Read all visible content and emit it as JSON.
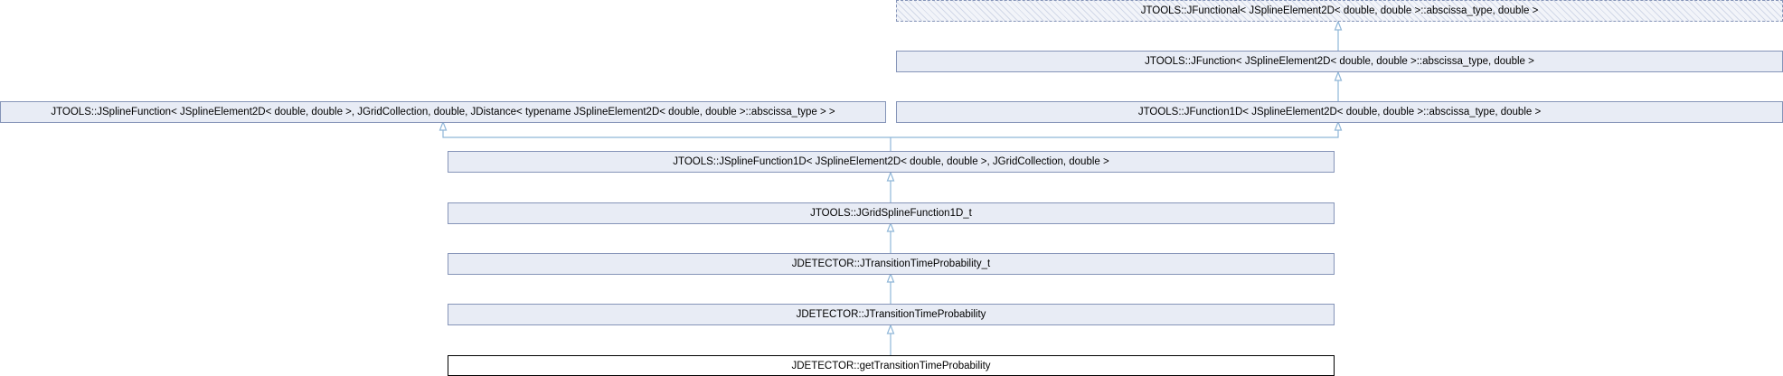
{
  "nodes": {
    "functional": "JTOOLS::JFunctional< JSplineElement2D< double, double >::abscissa_type, double >",
    "function": "JTOOLS::JFunction< JSplineElement2D< double, double >::abscissa_type, double >",
    "spline_function": "JTOOLS::JSplineFunction< JSplineElement2D< double, double >, JGridCollection, double, JDistance< typename JSplineElement2D< double, double >::abscissa_type > >",
    "function1d": "JTOOLS::JFunction1D< JSplineElement2D< double, double >::abscissa_type, double >",
    "spline_function1d": "JTOOLS::JSplineFunction1D< JSplineElement2D< double, double >, JGridCollection, double >",
    "grid_spline": "JTOOLS::JGridSplineFunction1D_t",
    "ttp_t": "JDETECTOR::JTransitionTimeProbability_t",
    "ttp": "JDETECTOR::JTransitionTimeProbability",
    "get_ttp": "JDETECTOR::getTransitionTimeProbability"
  }
}
